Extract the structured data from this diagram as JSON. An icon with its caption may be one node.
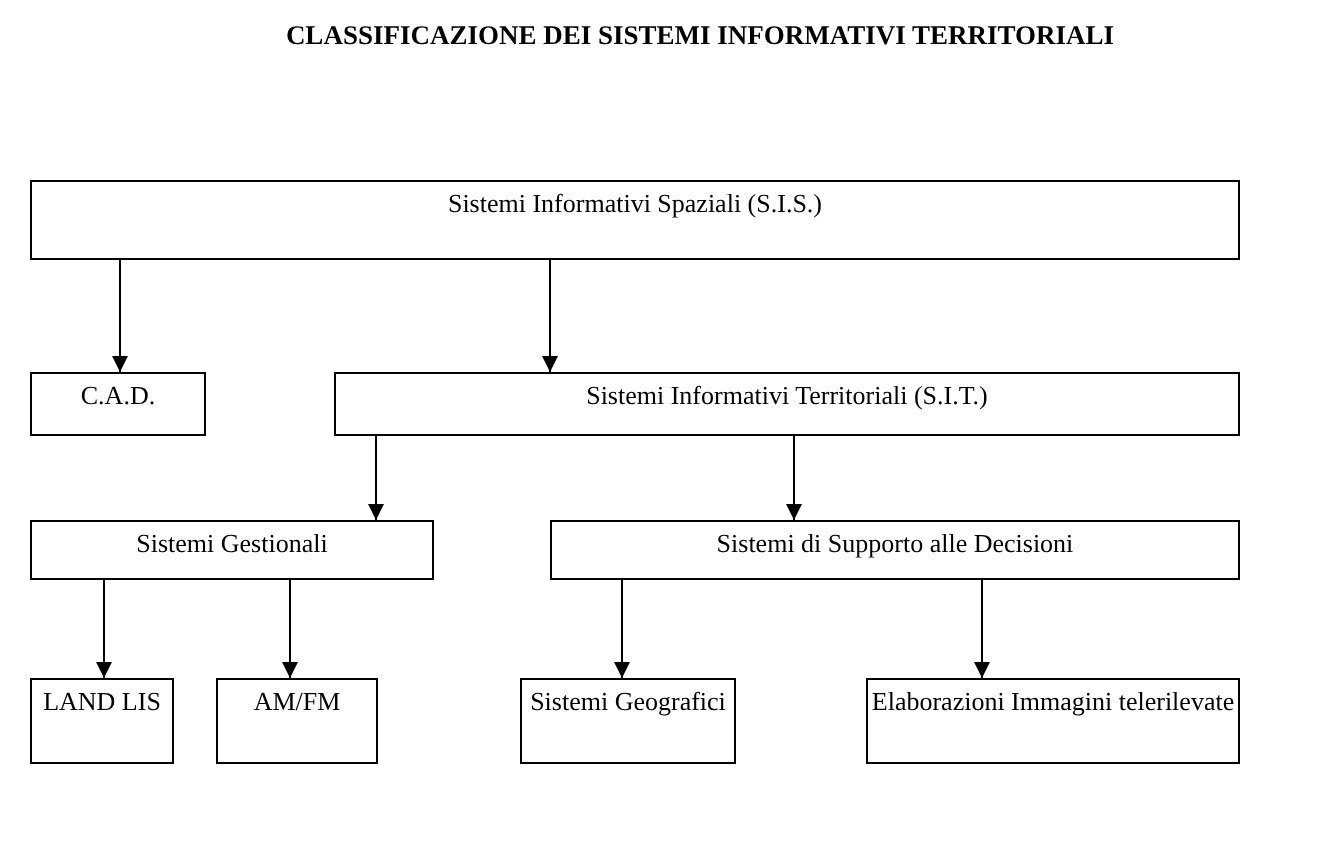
{
  "diagram": {
    "title": "CLASSIFICAZIONE DEI SISTEMI INFORMATIVI TERRITORIALI",
    "nodes": [
      {
        "text": [
          "Sistemi Informativi Spaziali (S.I.S.)"
        ]
      },
      {
        "text": [
          "C.A.D."
        ]
      },
      {
        "text": [
          "Sistemi Informativi Territoriali (S.I.T.)"
        ]
      },
      {
        "text": [
          "Sistemi Gestionali"
        ]
      },
      {
        "text": [
          "Sistemi di Supporto alle Decisioni"
        ]
      },
      {
        "text": [
          "LAND LIS"
        ]
      },
      {
        "text": [
          "AM/FM"
        ]
      },
      {
        "text": [
          "Sistemi Geografici"
        ]
      },
      {
        "text": [
          "Elaborazioni Immagini telerilevate"
        ]
      }
    ],
    "edges": [
      {
        "from": 0,
        "to": 1,
        "arrow": "to"
      },
      {
        "from": 0,
        "to": 2,
        "arrow": "to"
      },
      {
        "from": 2,
        "to": 3,
        "arrow": "to"
      },
      {
        "from": 2,
        "to": 4,
        "arrow": "to"
      },
      {
        "from": 3,
        "to": 5,
        "arrow": "to"
      },
      {
        "from": 3,
        "to": 6,
        "arrow": "to"
      },
      {
        "from": 4,
        "to": 7,
        "arrow": "to"
      },
      {
        "from": 4,
        "to": 8,
        "arrow": "to"
      }
    ]
  }
}
